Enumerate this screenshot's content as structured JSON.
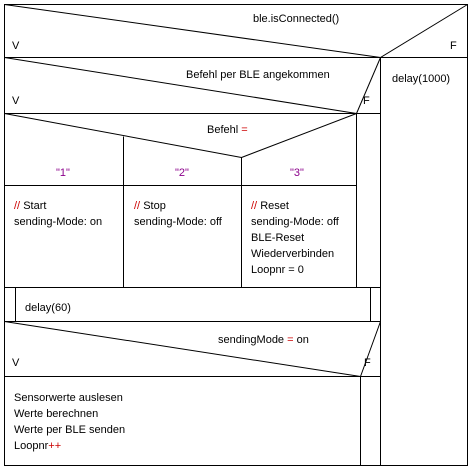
{
  "outer_condition": {
    "text": "ble.isConnected()",
    "true_label": "V",
    "false_label": "F"
  },
  "false_branch": {
    "text": "delay(1000)"
  },
  "inner_condition": {
    "text": "Befehl per BLE angekommen",
    "true_label": "V",
    "false_label": "F"
  },
  "case_block": {
    "variable": "Befehl",
    "operator": "=",
    "cases": [
      {
        "value": "\"1\"",
        "comment_marker": "//",
        "comment": "Start",
        "statements": [
          "sending-Mode: on"
        ]
      },
      {
        "value": "\"2\"",
        "comment_marker": "//",
        "comment": "Stop",
        "statements": [
          "sending-Mode: off"
        ]
      },
      {
        "value": "\"3\"",
        "comment_marker": "//",
        "comment": "Reset",
        "statements": [
          "sending-Mode: off",
          "BLE-Reset",
          "Wiederverbinden",
          "Loopnr = 0"
        ]
      }
    ]
  },
  "delay_block": {
    "text": "delay(60)"
  },
  "sending_condition": {
    "variable": "sendingMode",
    "operator": "=",
    "value": "on",
    "true_label": "V",
    "false_label": "F"
  },
  "sending_block": {
    "statements": [
      "Sensorwerte auslesen",
      "Werte berechnen",
      "Werte per BLE senden"
    ],
    "counter": "Loopnr",
    "increment": "++"
  },
  "colors": {
    "line": "#000000",
    "string_literal": "#8b008b",
    "operator": "#cc0000"
  }
}
